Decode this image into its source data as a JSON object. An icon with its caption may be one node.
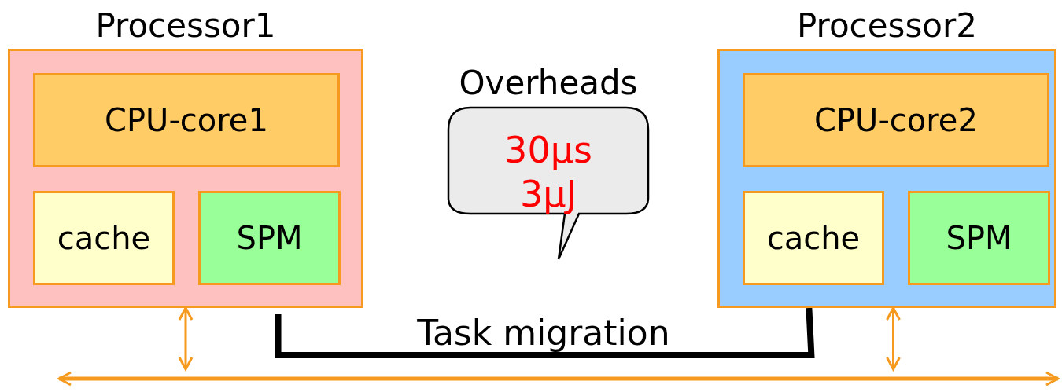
{
  "diagram": {
    "nodes": [
      {
        "text": [
          "Processor1"
        ]
      },
      {
        "text": [
          "CPU-core1"
        ],
        "in": 0
      },
      {
        "text": [
          "cache"
        ],
        "in": 0
      },
      {
        "text": [
          "SPM"
        ],
        "in": 0
      },
      {
        "text": [
          "Processor2"
        ]
      },
      {
        "text": [
          "CPU-core2"
        ],
        "in": 4
      },
      {
        "text": [
          "cache"
        ],
        "in": 4
      },
      {
        "text": [
          "SPM"
        ],
        "in": 4
      },
      {
        "text": [
          "Overheads",
          "30μs",
          "3μJ"
        ]
      },
      {
        "text": [],
        "shape": "bar"
      }
    ],
    "edges": [
      {
        "from": 0,
        "to": 9,
        "arrow": "both"
      },
      {
        "from": 4,
        "to": 9,
        "arrow": "both"
      },
      {
        "from": 0,
        "to": 4,
        "arrow": "none",
        "label": "Task migration",
        "style": "thick",
        "color": "#000000"
      }
    ]
  }
}
